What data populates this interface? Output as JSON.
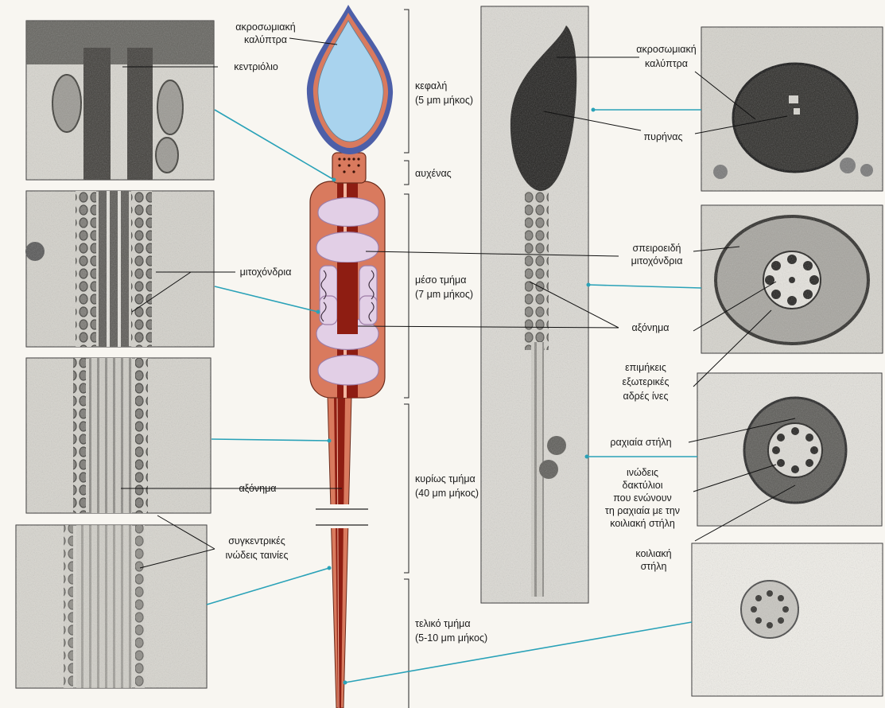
{
  "left_labels": {
    "acrosome_cap": [
      "ακροσωμιακή",
      "καλύπτρα"
    ],
    "centriole": "κεντριόλιο",
    "mitochondria": "μιτοχόνδρια",
    "axoneme": "αξόνημα",
    "concentric_bands": [
      "συγκεντρικές",
      "ινώδεις ταινίες"
    ]
  },
  "segments": {
    "head": [
      "κεφαλή",
      "(5 μm μήκος)"
    ],
    "neck": "αυχένας",
    "middle": [
      "μέσο τμήμα",
      "(7 μm μήκος)"
    ],
    "principal": [
      "κυρίως τμήμα",
      "(40 μm μήκος)"
    ],
    "end": [
      "τελικό τμήμα",
      "(5-10 μm μήκος)"
    ]
  },
  "right_labels": {
    "acrosome_cap": [
      "ακροσωμιακή",
      "καλύπτρα"
    ],
    "nucleus": "πυρήνας",
    "spiral_mitochondria": [
      "σπειροειδή",
      "μιτοχόνδρια"
    ],
    "axoneme": "αξόνημα",
    "outer_dense_fibers": [
      "επιμήκεις",
      "εξωτερικές",
      "αδρές ίνες"
    ],
    "dorsal_column": "ραχιαία στήλη",
    "fibrous_rings": [
      "ινώδεις",
      "δακτύλιοι",
      "που ενώνουν",
      "τη ραχιαία με την",
      "κοιλιακή στήλη"
    ],
    "ventral_column": [
      "κοιλιακή",
      "στήλη"
    ]
  },
  "colors": {
    "head_fill": "#a9d3ee",
    "acrosome_edge": "#4d5fa8",
    "sheath": "#d97a5e",
    "axoneme_core": "#8e1d12",
    "mitochondria": "#e2cfe6",
    "micrograph_bg": "#dcdad4",
    "leader_blue": "#2aa2b8"
  }
}
